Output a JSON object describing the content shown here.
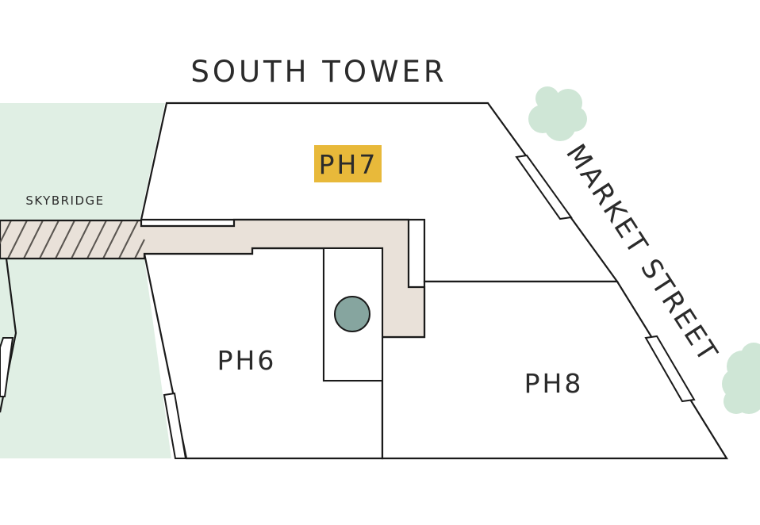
{
  "building": {
    "title": "SOUTH TOWER",
    "street_label": "MARKET STREET",
    "skybridge_label": "SKYBRIDGE"
  },
  "units": [
    {
      "id": "PH6",
      "label": "PH6",
      "highlighted": false
    },
    {
      "id": "PH7",
      "label": "PH7",
      "highlighted": true
    },
    {
      "id": "PH8",
      "label": "PH8",
      "highlighted": false
    }
  ],
  "colors": {
    "highlight": "#e8b93a",
    "corridor": "#e9e1d9",
    "landscape": "#e0efe4",
    "tree": "#cfe6d6",
    "elevator_core": "#86a59f",
    "wall": "#1a1a1a",
    "text": "#2b2b2b"
  },
  "icons": {
    "elevator": "circle",
    "trees": "tree-icon"
  }
}
